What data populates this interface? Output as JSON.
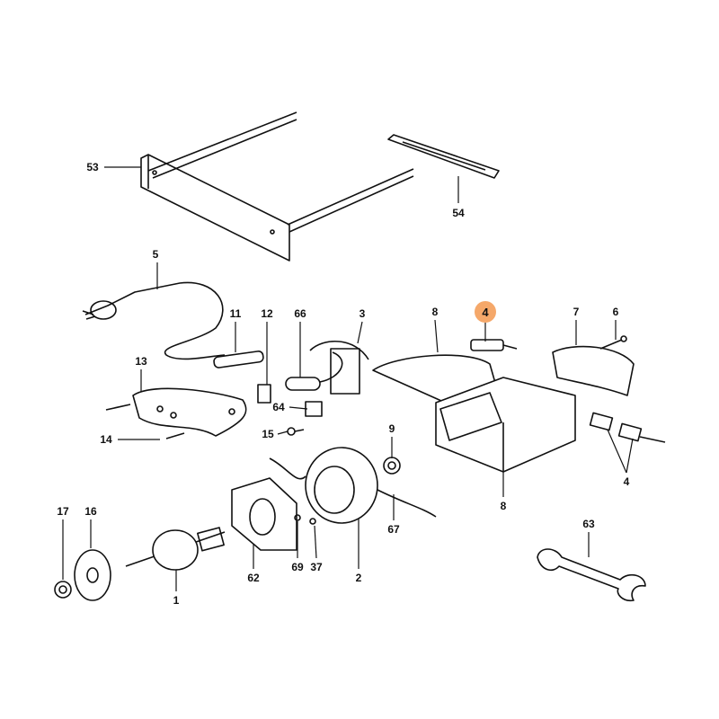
{
  "title": "Exploded parts diagram",
  "highlight_color": "#f5a86a",
  "labels": {
    "p53": "53",
    "p54": "54",
    "p5": "5",
    "p11": "11",
    "p12": "12",
    "p66": "66",
    "p3": "3",
    "p8a": "8",
    "p4a": "4",
    "p7": "7",
    "p6": "6",
    "p13": "13",
    "p14": "14",
    "p64": "64",
    "p15": "15",
    "p9": "9",
    "p4b": "4",
    "p8b": "8",
    "p17": "17",
    "p16": "16",
    "p1": "1",
    "p62": "62",
    "p69": "69",
    "p37": "37",
    "p2": "2",
    "p67": "67",
    "p63": "63"
  }
}
